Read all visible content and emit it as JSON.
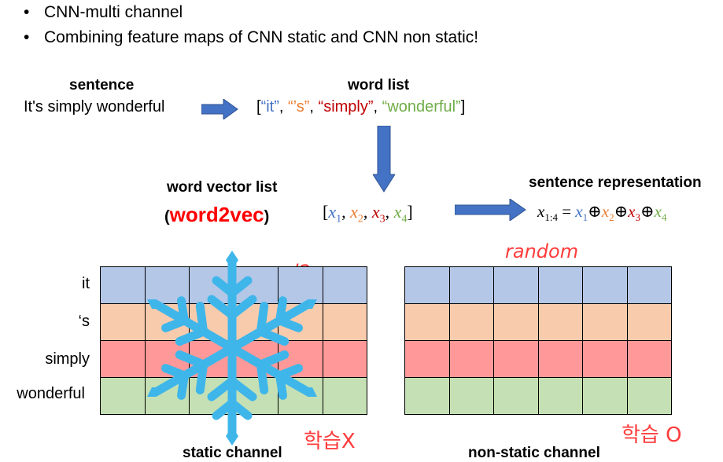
{
  "bullets": [
    "CNN-multi channel",
    "Combining feature maps of CNN static and CNN non static!"
  ],
  "sentence": {
    "heading": "sentence",
    "text": "It's simply wonderful"
  },
  "word_list": {
    "heading": "word list",
    "open": "[",
    "close": "]",
    "sep": ", ",
    "items": [
      "“it”",
      "“’s”",
      "“simply”",
      "“wonderful”"
    ],
    "colors": [
      "#4472C4",
      "#ED7D31",
      "#C00000",
      "#70AD47"
    ]
  },
  "word_vector_list": {
    "heading": "word vector list",
    "paren_open": "(",
    "model": "word2vec",
    "paren_close": ")",
    "model_color": "#FF0000"
  },
  "vector_expr": {
    "open": "[",
    "close": "]",
    "items": [
      "x",
      "x",
      "x",
      "x"
    ],
    "subscripts": [
      "1",
      "2",
      "3",
      "4"
    ]
  },
  "sentence_representation": {
    "heading": "sentence representation",
    "lhs": "x",
    "lhs_sub": "1:4",
    "equals": " = ",
    "terms": [
      "x",
      "x",
      "x",
      "x"
    ],
    "subs": [
      "1",
      "2",
      "3",
      "4"
    ],
    "op": "⊕"
  },
  "static_channel": {
    "label": "static channel",
    "rows": [
      "it",
      "‘s",
      "simply",
      "wonderful"
    ],
    "row_colors": [
      "#B4C7E7",
      "#F8CBAD",
      "#FF9999",
      "#C5E0B4"
    ],
    "columns": 6,
    "annotation_top": "word2vec",
    "annotation_bottom": "학습X"
  },
  "non_static_channel": {
    "label": "non-static channel",
    "columns": 6,
    "annotation_top": "random",
    "annotation_bottom": "학습 O"
  },
  "colors": {
    "arrow": "#4472C4",
    "snowflake": "#3FB6EA",
    "handwriting": "#FF3B3B"
  }
}
